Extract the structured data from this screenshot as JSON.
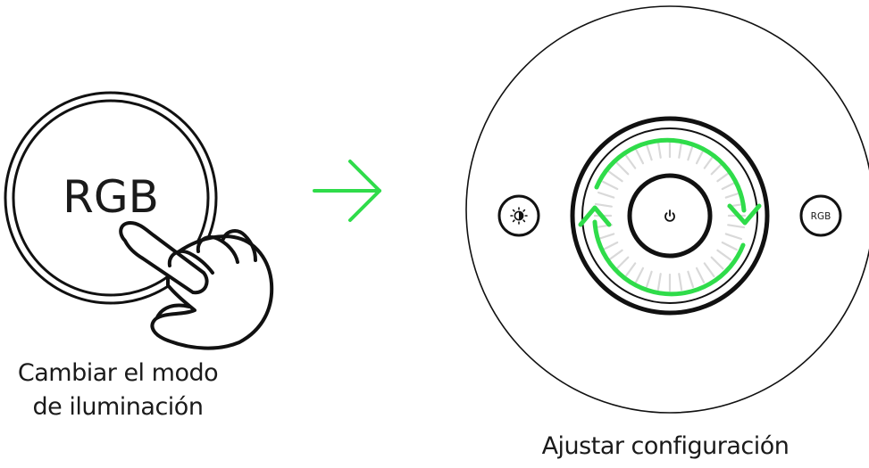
{
  "rgb_button": {
    "label": "RGB"
  },
  "captions": {
    "change_mode_line1": "Cambiar el modo",
    "change_mode_line2": "de iluminación",
    "adjust_settings": "Ajustar configuración"
  },
  "device": {
    "left_button_icon": "brightness-icon",
    "center_button_icon": "power-icon",
    "right_button_label": "RGB",
    "rotation_icon": "rotate-clockwise-arrows-icon"
  },
  "icons": {
    "press": "pointing-hand-icon",
    "transition": "arrow-right-icon"
  },
  "colors": {
    "accent_green": "#2fdc4a",
    "outline": "#111111",
    "tick_light": "#d9d9d9"
  }
}
